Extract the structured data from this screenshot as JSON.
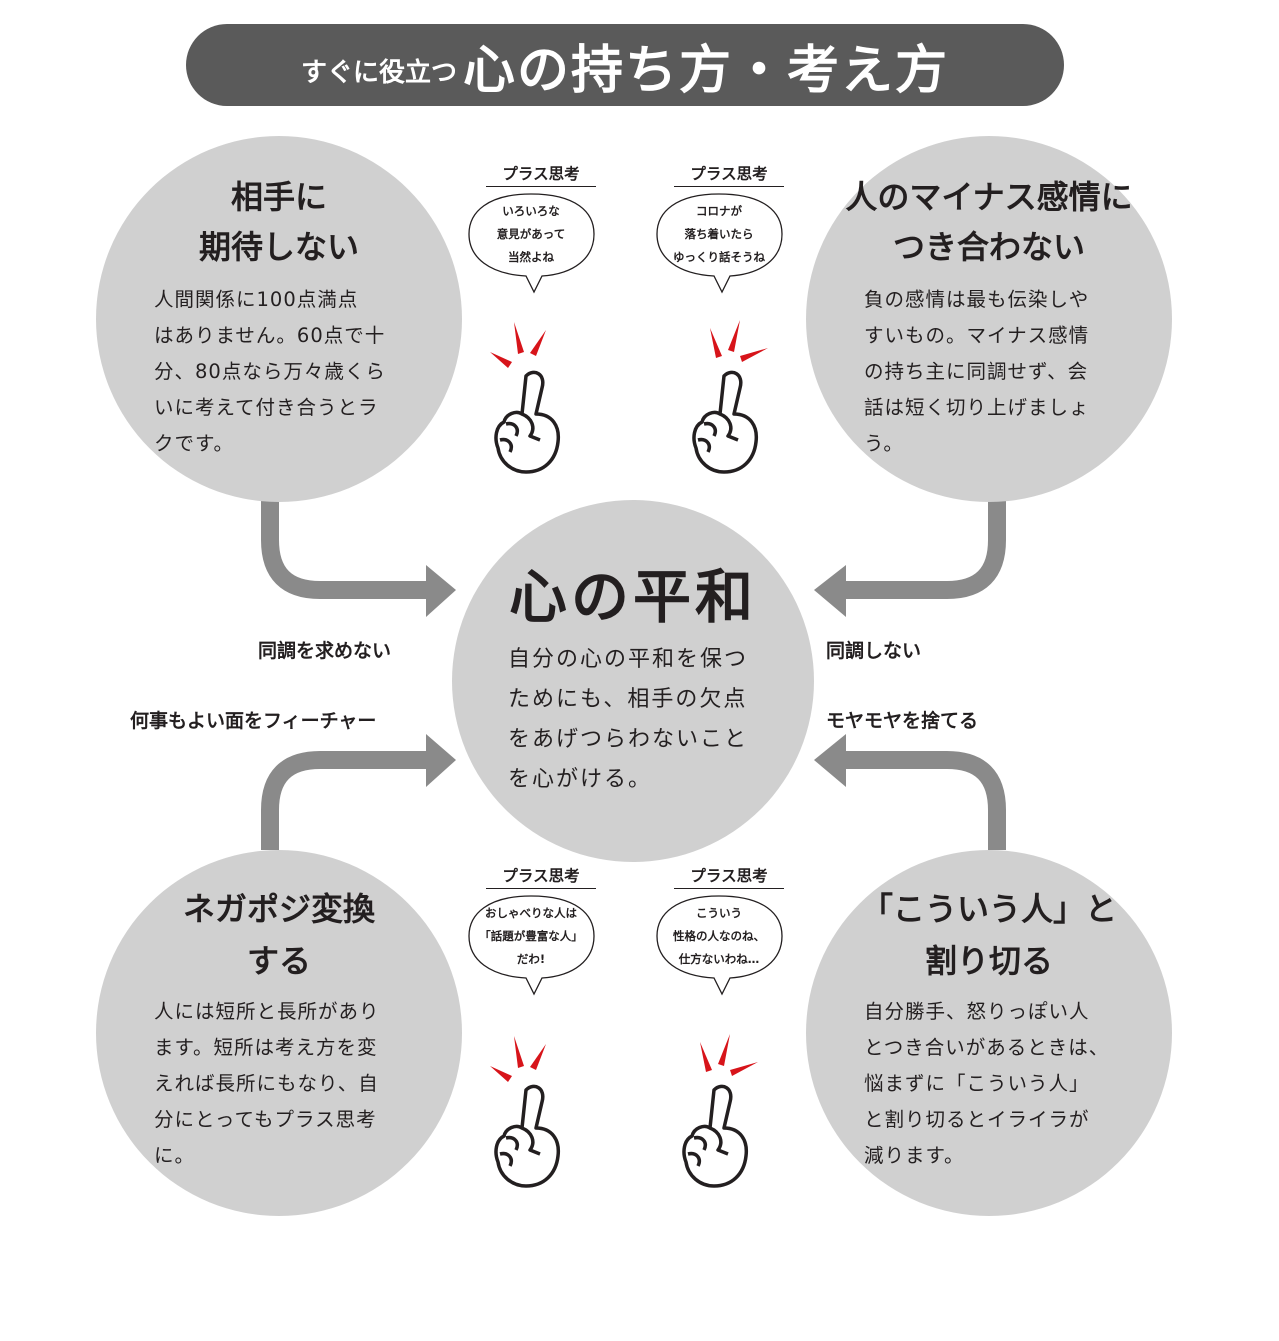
{
  "header": {
    "subtitle": "すぐに役立つ",
    "title": "心の持ち方・考え方"
  },
  "center": {
    "title": "心の平和",
    "body": "自分の心の平和を保つ\nためにも、相手の欠点\nをあげつらわないこと\nを心がける。"
  },
  "tips": [
    {
      "title_line1": "相手に",
      "title_line2": "期待しない",
      "body": "人間関係に100点満点\nはありません。60点で十\n分、80点なら万々歳くら\nいに考えて付き合うとラ\nクです。",
      "arrow_label": "同調を求めない"
    },
    {
      "title_line1": "人のマイナス感情に",
      "title_line2": "つき合わない",
      "body": "負の感情は最も伝染しや\nすいもの。マイナス感情\nの持ち主に同調せず、会\n話は短く切り上げましょ\nう。",
      "arrow_label": "同調しない"
    },
    {
      "title_line1": "ネガポジ変換",
      "title_line2": "する",
      "body": "人には短所と長所があり\nます。短所は考え方を変\nえれば長所にもなり、自\n分にとってもプラス思考\nに。",
      "arrow_label": "何事もよい面をフィーチャー"
    },
    {
      "title_line1": "「こういう人」と",
      "title_line2": "割り切る",
      "body": "自分勝手、怒りっぽい人\nとつき合いがあるときは、\n悩まずに「こういう人」\nと割り切るとイライラが\n減ります。",
      "arrow_label": "モヤモヤを捨てる"
    }
  ],
  "plus_thinking": [
    {
      "heading": "プラス思考",
      "lines": [
        "いろいろな",
        "意見があって",
        "当然よね"
      ]
    },
    {
      "heading": "プラス思考",
      "lines": [
        "コロナが",
        "落ち着いたら",
        "ゆっくり話そうね"
      ]
    },
    {
      "heading": "プラス思考",
      "lines": [
        "おしゃべりな人は",
        "「話題が豊富な人」",
        "だわ!"
      ]
    },
    {
      "heading": "プラス思考",
      "lines": [
        "こういう",
        "性格の人なのね、",
        "仕方ないわね…"
      ]
    }
  ],
  "colors": {
    "title_bar": "#5a5a5a",
    "circle": "#d0d0d0",
    "arrow": "#8a8a8a",
    "accent_red": "#d7141a",
    "text": "#231f20"
  },
  "icons": {
    "hand": "pointing-up-hand-icon",
    "sparkle": "red-emphasis-marks-icon",
    "arrow": "curved-arrow-icon"
  }
}
